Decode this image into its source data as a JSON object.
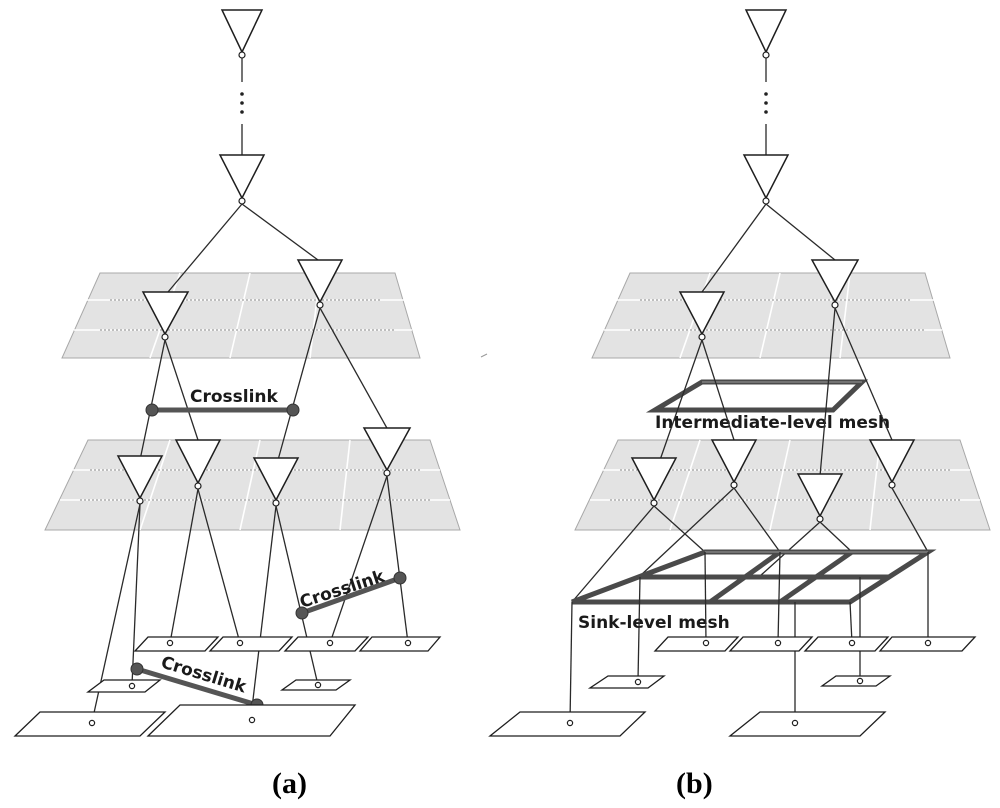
{
  "panels": {
    "a": {
      "caption_open": "(",
      "caption_letter": "a",
      "caption_close": ")",
      "crosslink_labels": [
        "Crosslink",
        "Crosslink",
        "Crosslink"
      ]
    },
    "b": {
      "caption_open": "(",
      "caption_letter": "b",
      "caption_close": ")",
      "intermediate_mesh_label": "Intermediate-level mesh",
      "sink_mesh_label": "Sink-level mesh"
    }
  },
  "colors": {
    "plane_fill": "#e3e3e3",
    "crosslink": "#555555",
    "mesh": "#4a4a4a"
  }
}
